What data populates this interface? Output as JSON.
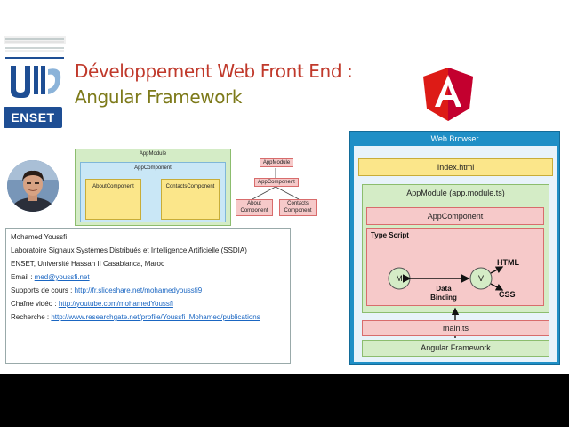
{
  "title": {
    "line1": "Développement Web Front End :",
    "line2": "Angular Framework"
  },
  "logos": {
    "school": "ENSET",
    "university_logo_icon": "ssdia-logo-icon",
    "angular_logo": "A"
  },
  "small_diagram": {
    "app_module": "AppModule",
    "app_component": "AppComponent",
    "about_component": "AboutComponent",
    "contacts_component": "ContactsComponent"
  },
  "small_tree": {
    "root": "AppModule",
    "child": "AppComponent",
    "leaf1_line1": "About",
    "leaf1_line2": "Component",
    "leaf2_line1": "Contacts",
    "leaf2_line2": "Component"
  },
  "contact": {
    "name": "Mohamed Youssfi",
    "lab": "Laboratoire Signaux Systèmes Distribués et Intelligence Artificielle (SSDIA)",
    "school": "ENSET, Université Hassan II Casablanca, Maroc",
    "email_label": "Email : ",
    "email": "med@youssfi.net",
    "courses_label": "Supports de cours : ",
    "courses_url": "http://fr.slideshare.net/mohamedyoussfi9",
    "video_label": "Chaîne vidéo : ",
    "video_url": "http://youtube.com/mohamedYoussfi",
    "research_label": "Recherche : ",
    "research_url": "http://www.researchgate.net/profile/Youssfi_Mohamed/publications"
  },
  "web_browser": {
    "title": "Web Browser",
    "index": "Index.html",
    "app_module": "AppModule (app.module.ts)",
    "app_component": "AppComponent",
    "type_script": "Type Script",
    "model": "M",
    "view": "V",
    "html": "HTML",
    "css": "CSS",
    "data_binding_line1": "Data",
    "data_binding_line2": "Binding",
    "main_ts": "main.ts",
    "angular_framework": "Angular Framework"
  },
  "colors": {
    "title_red": "#c0392b",
    "title_olive": "#7d7a1a",
    "angular_red": "#dd1b16",
    "browser_blue": "#1f8fc6",
    "link_blue": "#1a66c2"
  }
}
